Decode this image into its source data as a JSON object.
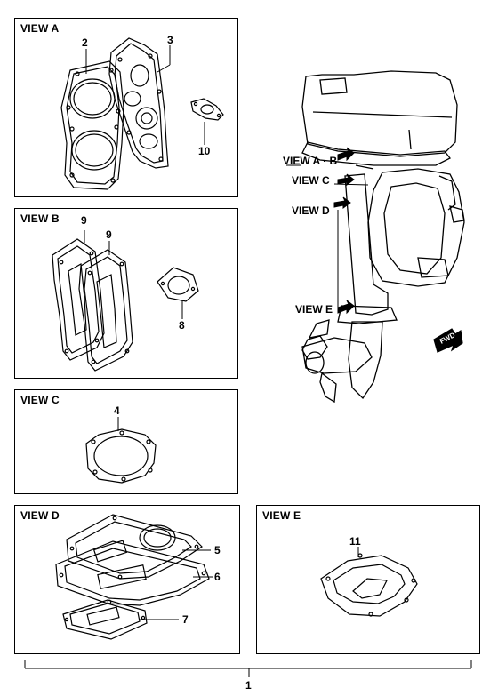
{
  "panels": {
    "a": {
      "title": "VIEW A",
      "callouts": [
        "2",
        "3",
        "10"
      ]
    },
    "b": {
      "title": "VIEW B",
      "callouts": [
        "9",
        "9",
        "8"
      ]
    },
    "c": {
      "title": "VIEW C",
      "callouts": [
        "4"
      ]
    },
    "d": {
      "title": "VIEW D",
      "callouts": [
        "5",
        "6",
        "7"
      ]
    },
    "e": {
      "title": "VIEW E",
      "callouts": [
        "11"
      ]
    }
  },
  "engine": {
    "view_labels": [
      "VIEW A · B",
      "VIEW C",
      "VIEW D",
      "VIEW E"
    ],
    "fwd_label": "FWD"
  },
  "assembly_callout": "1"
}
